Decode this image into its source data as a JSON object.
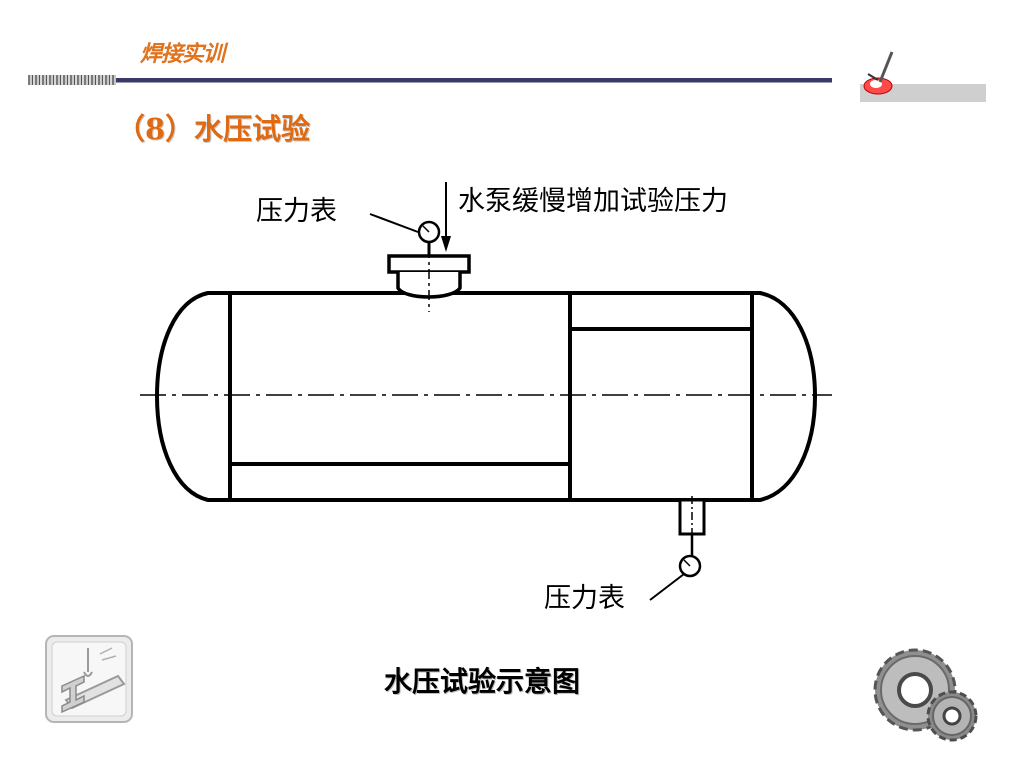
{
  "header": {
    "tag": "焊接实训"
  },
  "slide": {
    "title": "（8）水压试验"
  },
  "diagram": {
    "label_gauge_top": "压力表",
    "label_pump": "水泵缓慢增加试验压力",
    "label_gauge_bottom": "压力表",
    "caption": "水压试验示意图"
  },
  "colors": {
    "title": "#e06a12",
    "tag": "#e0731e",
    "rule": "#3a3a6a",
    "line": "#000000"
  }
}
